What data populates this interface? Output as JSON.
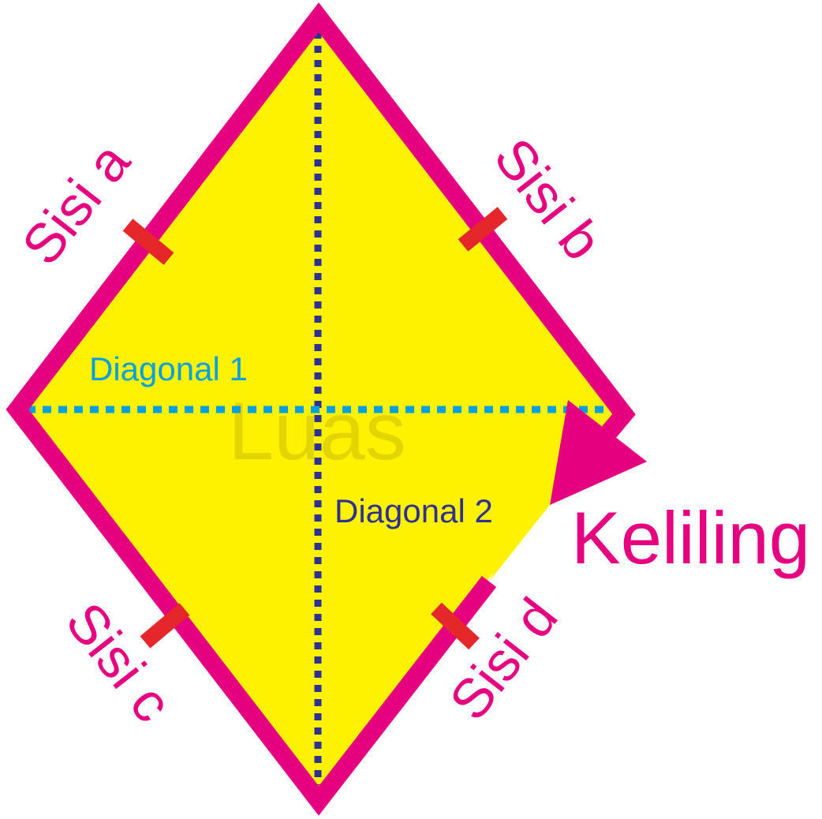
{
  "labels": {
    "side_a": "Sisi a",
    "side_b": "Sisi b",
    "side_c": "Sisi c",
    "side_d": "Sisi d",
    "diagonal_1": "Diagonal 1",
    "diagonal_2": "Diagonal 2",
    "area": "Luas",
    "perimeter": "Keliling"
  },
  "colors": {
    "fill": "#FFF200",
    "border": "#E4007F",
    "tick": "#E5262B",
    "diagonal_1": "#00A0E0",
    "diagonal_2": "#2E3192",
    "area_text": "#DDD000",
    "label_text": "#E4007F"
  }
}
